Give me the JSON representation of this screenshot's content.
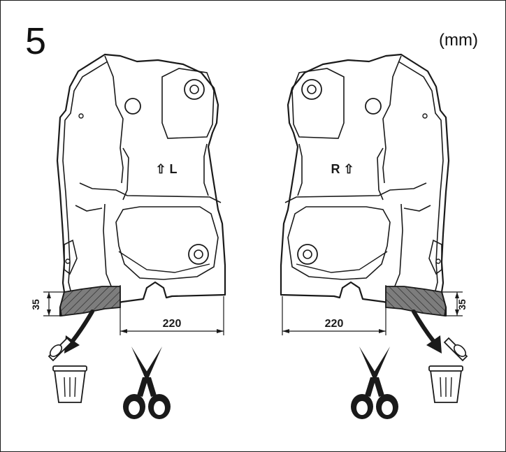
{
  "step": {
    "number": "5",
    "unit_note": "(mm)"
  },
  "left_part": {
    "mark_text": "⇧ L",
    "height_label": "35",
    "width_label": "220"
  },
  "right_part": {
    "mark_text": "R ⇧",
    "height_label": "35",
    "width_label": "220"
  },
  "colors": {
    "line": "#1a1a1a",
    "hatch_fill": "#7d7d7d",
    "background": "#ffffff"
  },
  "icons": [
    "scissors-icon",
    "trash-bin-icon",
    "discard-arrow-icon"
  ]
}
